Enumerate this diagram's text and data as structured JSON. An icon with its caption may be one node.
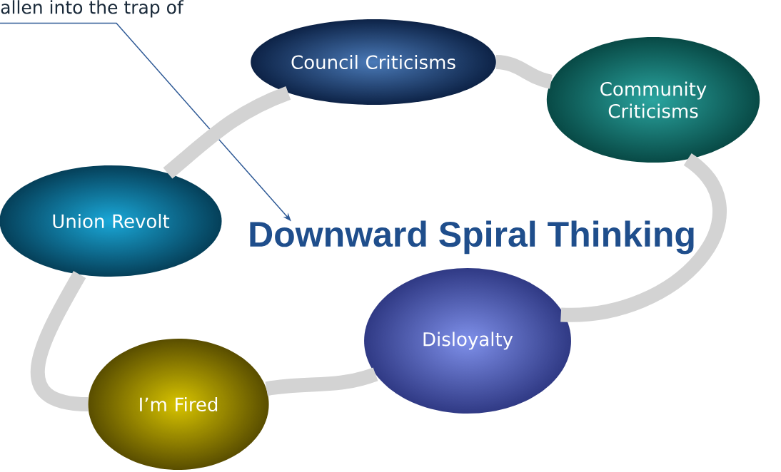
{
  "diagram": {
    "nodes": [
      {
        "text": [
          "allen into the trap of"
        ]
      },
      {
        "text": [
          "Council Criticisms"
        ]
      },
      {
        "text": [
          "Community Criticisms"
        ]
      },
      {
        "text": [
          "Union Revolt"
        ]
      },
      {
        "text": [
          "Downward Spiral Thinking"
        ]
      },
      {
        "text": [
          "Disloyalty"
        ]
      },
      {
        "text": [
          "I’m Fired"
        ]
      }
    ],
    "edges": [
      {
        "from": 0,
        "to": 4,
        "arrow": "to",
        "color": "#2f5a96"
      },
      {
        "from": 1,
        "to": 2,
        "arrow": "none"
      },
      {
        "from": 2,
        "to": 5,
        "arrow": "none"
      },
      {
        "from": 5,
        "to": 6,
        "arrow": "none"
      },
      {
        "from": 6,
        "to": 3,
        "arrow": "none"
      },
      {
        "from": 3,
        "to": 1,
        "arrow": "none"
      }
    ]
  }
}
